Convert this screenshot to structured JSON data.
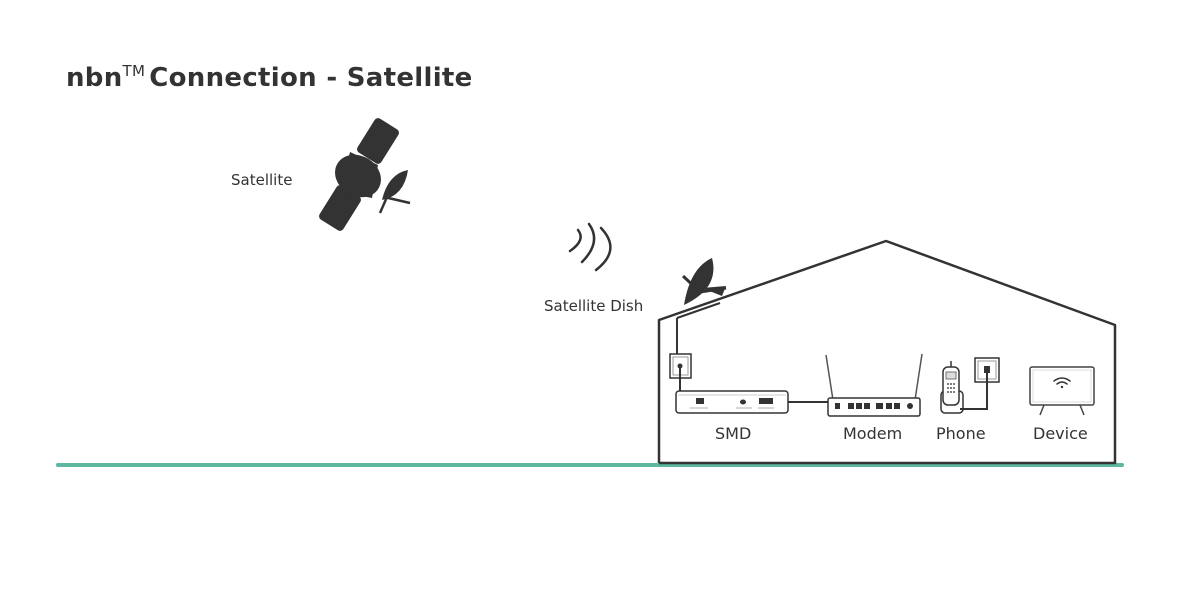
{
  "title": {
    "brand": "nbn",
    "trademark": "TM",
    "text": "Connection - Satellite"
  },
  "labels": {
    "satellite": "Satellite",
    "satellite_dish": "Satellite Dish",
    "smd": "SMD",
    "modem": "Modem",
    "phone": "Phone",
    "device": "Device"
  },
  "colors": {
    "ink": "#333333",
    "ground": "#5cb8a0",
    "house_line": "#333333"
  },
  "icons": [
    "satellite-icon",
    "signal-waves-icon",
    "satellite-dish-icon",
    "wall-socket-icon",
    "smd-icon",
    "modem-icon",
    "phone-icon",
    "phone-socket-icon",
    "device-icon",
    "wifi-icon"
  ]
}
